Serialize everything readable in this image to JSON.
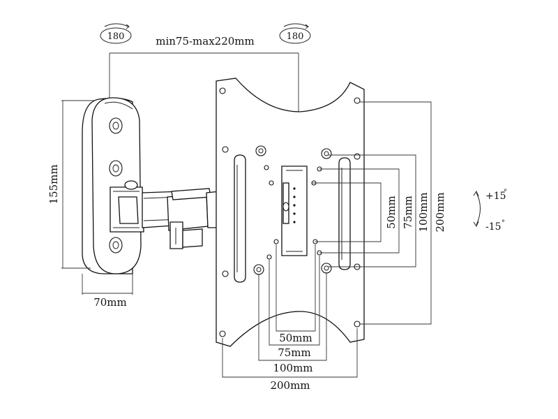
{
  "rotation": {
    "left": "180",
    "right": "180"
  },
  "arm_extension": "min75-max220mm",
  "bracket": {
    "height": "155mm",
    "depth": "70mm"
  },
  "tilt": {
    "up": "+15",
    "down": "-15",
    "degree_symbol": "°"
  },
  "vesa_vertical": [
    "50mm",
    "75mm",
    "100mm",
    "200mm"
  ],
  "vesa_horizontal": [
    "50mm",
    "75mm",
    "100mm",
    "200mm"
  ]
}
